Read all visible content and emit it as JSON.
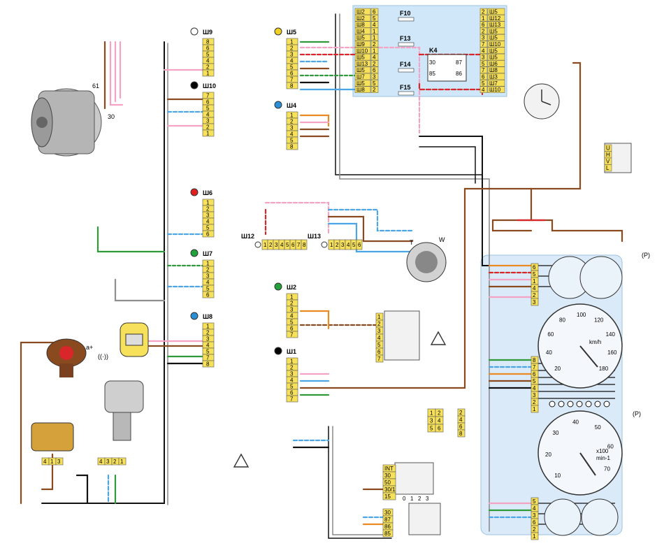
{
  "connectors": {
    "sh9": {
      "label": "Ш9",
      "dot": "#ffffff",
      "pins": [
        "8",
        "6",
        "5",
        "4",
        "2",
        "1"
      ]
    },
    "sh10": {
      "label": "Ш10",
      "dot": "#000000",
      "pins": [
        "7",
        "6",
        "5",
        "4",
        "3",
        "2",
        "1"
      ]
    },
    "sh6": {
      "label": "Ш6",
      "dot": "#e02020",
      "pins": [
        "1",
        "2",
        "3",
        "4",
        "5",
        "6"
      ]
    },
    "sh7": {
      "label": "Ш7",
      "dot": "#22a33a",
      "pins": [
        "1",
        "2",
        "3",
        "4",
        "5",
        "6"
      ]
    },
    "sh8": {
      "label": "Ш8",
      "dot": "#2b8fd6",
      "pins": [
        "1",
        "2",
        "3",
        "4",
        "5",
        "7",
        "8"
      ]
    },
    "sh5": {
      "label": "Ш5",
      "dot": "#f0d020",
      "pins": [
        "1",
        "2",
        "3",
        "4",
        "5",
        "6",
        "7",
        "8"
      ]
    },
    "sh4": {
      "label": "Ш4",
      "dot": "#2b8fd6",
      "pins": [
        "1",
        "2",
        "3",
        "4",
        "5",
        "8"
      ]
    },
    "sh12": {
      "label": "Ш12",
      "dot": "#ffffff",
      "pins": [
        "1",
        "2",
        "3",
        "4",
        "5",
        "6",
        "7",
        "8"
      ]
    },
    "sh13": {
      "label": "Ш13",
      "dot": "#ffffff",
      "pins": [
        "1",
        "2",
        "3",
        "4",
        "5",
        "6"
      ]
    },
    "sh2": {
      "label": "Ш2",
      "dot": "#22a33a",
      "pins": [
        "1",
        "2",
        "3",
        "4",
        "5",
        "6",
        "7"
      ]
    },
    "sh1": {
      "label": "Ш1",
      "dot": "#000000",
      "pins": [
        "1",
        "2",
        "3",
        "4",
        "5",
        "6",
        "7"
      ]
    }
  },
  "fuse_block": {
    "fuses": [
      "F10",
      "F13",
      "F14",
      "F15"
    ],
    "left_rows": [
      [
        "Ш2",
        "6"
      ],
      [
        "Ш2",
        "5"
      ],
      [
        "Ш8",
        "4"
      ],
      [
        "Ш4",
        "1"
      ],
      [
        "Ш5",
        "1"
      ],
      [
        "Ш9",
        "2"
      ],
      [
        "Ш10",
        "1"
      ],
      [
        "Ш5",
        "4"
      ],
      [
        "Ш13",
        "2"
      ],
      [
        "Ш5",
        "6"
      ],
      [
        "Ш7",
        "3"
      ],
      [
        "Ш5",
        "5"
      ],
      [
        "Ш8",
        "2"
      ]
    ],
    "right_rows": [
      [
        "2",
        "Ш5"
      ],
      [
        "1",
        "Ш12"
      ],
      [
        "6",
        "Ш13"
      ],
      [
        "2",
        "Ш5"
      ],
      [
        "3",
        "Ш5"
      ],
      [
        "7",
        "Ш10"
      ],
      [
        "4",
        "Ш5"
      ],
      [
        "3",
        "Ш5"
      ],
      [
        "5",
        "Ш6"
      ],
      [
        "7",
        "Ш8"
      ],
      [
        "6",
        "Ш3"
      ],
      [
        "5",
        "Ш7"
      ],
      [
        "4",
        "Ш10"
      ]
    ],
    "relay": {
      "label": "K4",
      "pins": [
        "30",
        "87",
        "85",
        "86"
      ]
    }
  },
  "alternator": {
    "terminal_61": "61",
    "terminal_30": "30"
  },
  "coil": {
    "terminal": "a+"
  },
  "ignition_switch": {
    "terminals": [
      "INT",
      "30",
      "50",
      "30/1",
      "15"
    ],
    "positions": [
      "0",
      "1",
      "2",
      "3"
    ]
  },
  "relay_bottom": {
    "pins": [
      "30",
      "87",
      "86",
      "85"
    ]
  },
  "small_blocks": {
    "block_a": [
      "1",
      "2",
      "3",
      "4",
      "5",
      "6"
    ],
    "block_b": [
      "2",
      "4",
      "6",
      "8"
    ]
  },
  "regulator": {
    "pins": [
      "4",
      "1",
      "3"
    ]
  },
  "wiper_motor": {
    "pins": [
      "4",
      "3",
      "2",
      "1"
    ]
  },
  "dim_switch": {
    "pins": [
      "U",
      "H",
      "V",
      "L"
    ]
  },
  "oil_sensor_labels": {
    "t": "T",
    "w": "W"
  },
  "cluster": {
    "left_connector": [
      "6",
      "5",
      "1",
      "4",
      "2",
      "3"
    ],
    "mid_connector": [
      "8",
      "7",
      "6",
      "5",
      "4",
      "3",
      "2",
      "1"
    ],
    "bottom_connector": [
      "5",
      "4",
      "3",
      "6",
      "2",
      "1"
    ],
    "speedometer": {
      "ticks": [
        "20",
        "40",
        "60",
        "80",
        "100",
        "120",
        "140",
        "160",
        "180"
      ],
      "unit": "km/h"
    },
    "tachometer": {
      "ticks": [
        "10",
        "20",
        "30",
        "40",
        "50",
        "60",
        "70"
      ],
      "unit_lines": [
        "x100",
        "min-1"
      ]
    },
    "park_symbol": "(P)"
  },
  "symbols": {
    "park_right": "(P)",
    "horn_left": "((·))",
    "fan_label": "K4"
  },
  "colors": {
    "pink": "#f4a3c4",
    "red": "#d8262a",
    "blue": "#4aa6e6",
    "green": "#2e9a3a",
    "brown": "#8a4a1f",
    "orange": "#e98a23",
    "black": "#111111",
    "grey": "#8f8f8f",
    "connector": "#f7e15a",
    "cluster_bg": "#dbeaf8",
    "fuse_bg": "#cfe7f8"
  }
}
